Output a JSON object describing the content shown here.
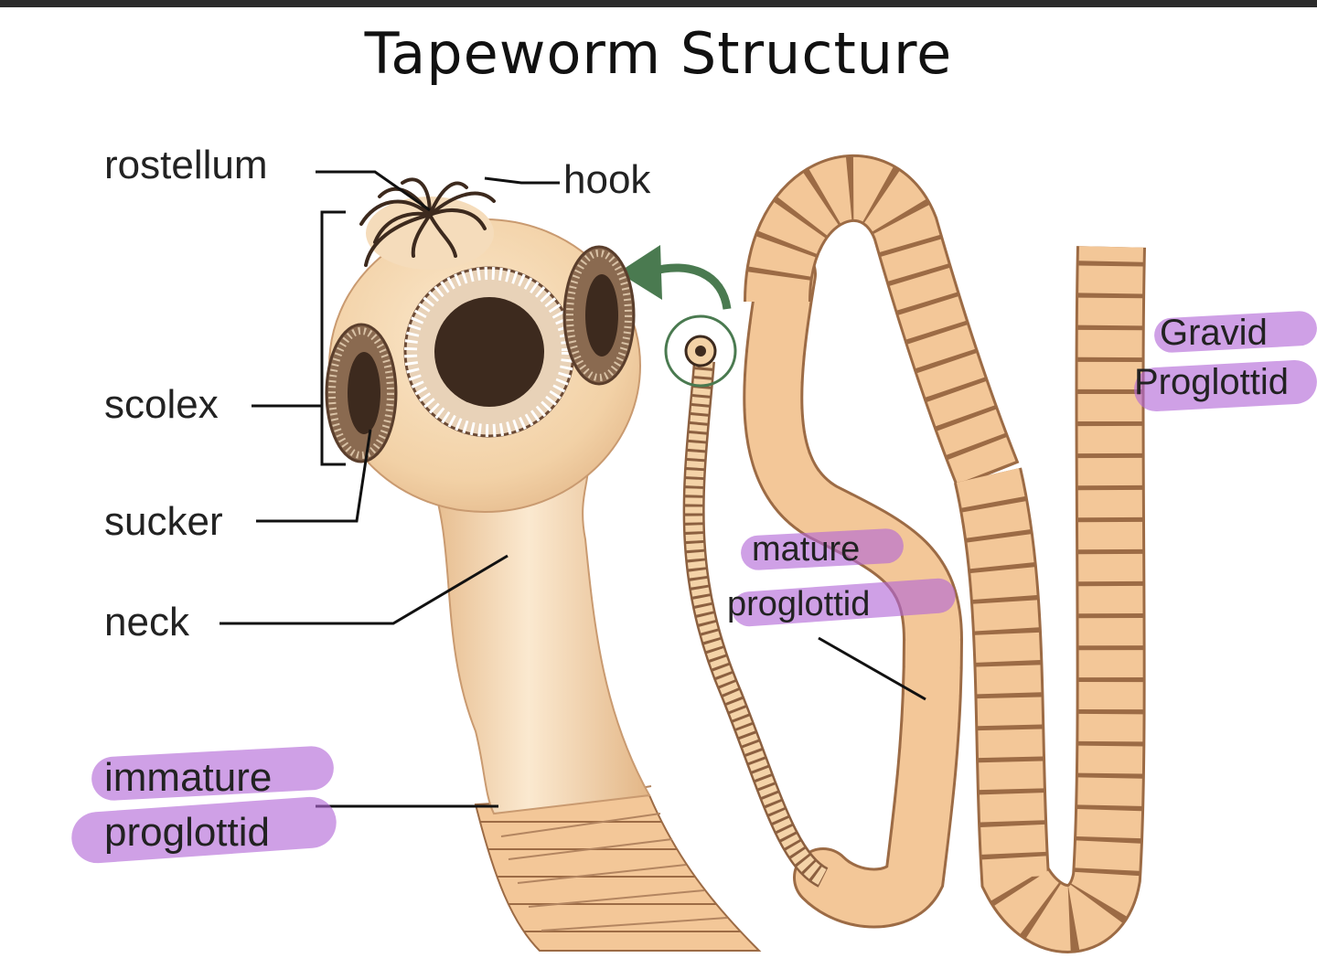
{
  "title": "Tapeworm Structure",
  "labels": {
    "rostellum": "rostellum",
    "hook": "hook",
    "scolex": "scolex",
    "sucker": "sucker",
    "neck": "neck",
    "immature_1": "immature",
    "immature_2": "proglottid",
    "mature_1": "mature",
    "mature_2": "proglottid",
    "gravid_1": "Gravid",
    "gravid_2": "Proglottid"
  },
  "colors": {
    "body": "#f6d9b2",
    "segment_fill": "#f3c798",
    "segment_edge": "#9c6b45",
    "sucker_dark": "#3d2a1e",
    "highlight": "#b266d6",
    "arrow": "#4a7a50",
    "leader": "#111111"
  }
}
